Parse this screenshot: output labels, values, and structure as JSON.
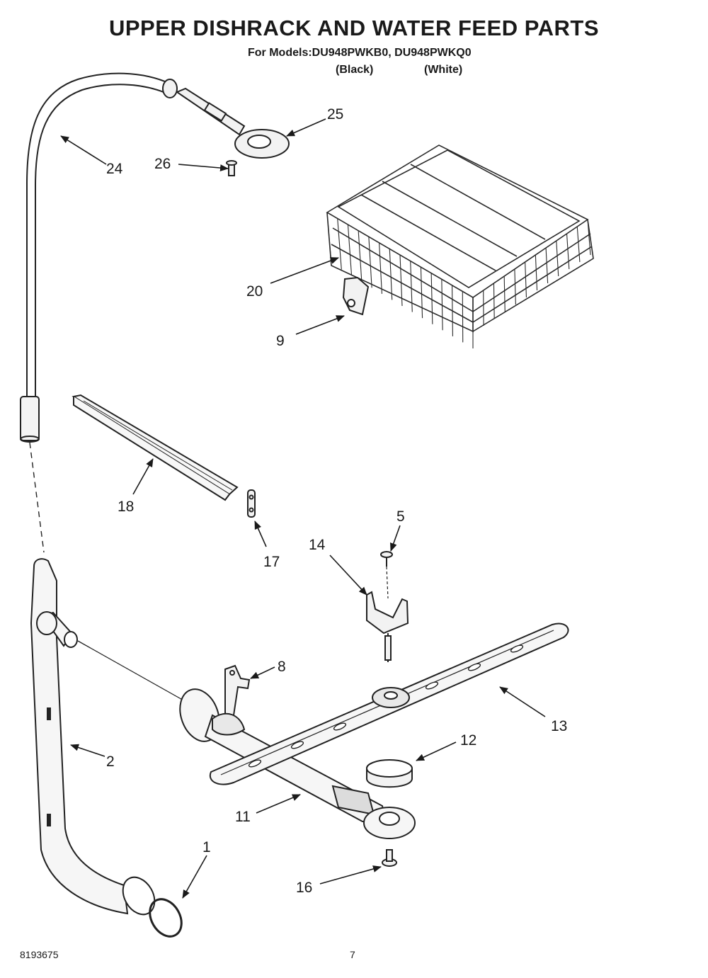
{
  "header": {
    "title": "UPPER DISHRACK AND WATER FEED PARTS",
    "models_line": "For Models:DU948PWKB0, DU948PWKQ0",
    "variant_black": "(Black)",
    "variant_white": "(White)"
  },
  "callouts": {
    "p1": "1",
    "p2": "2",
    "p5": "5",
    "p8": "8",
    "p9": "9",
    "p11": "11",
    "p12": "12",
    "p13": "13",
    "p14": "14",
    "p16": "16",
    "p17": "17",
    "p18": "18",
    "p20": "20",
    "p24": "24",
    "p25": "25",
    "p26": "26"
  },
  "footer": {
    "document_number": "8193675",
    "page_number": "7"
  }
}
